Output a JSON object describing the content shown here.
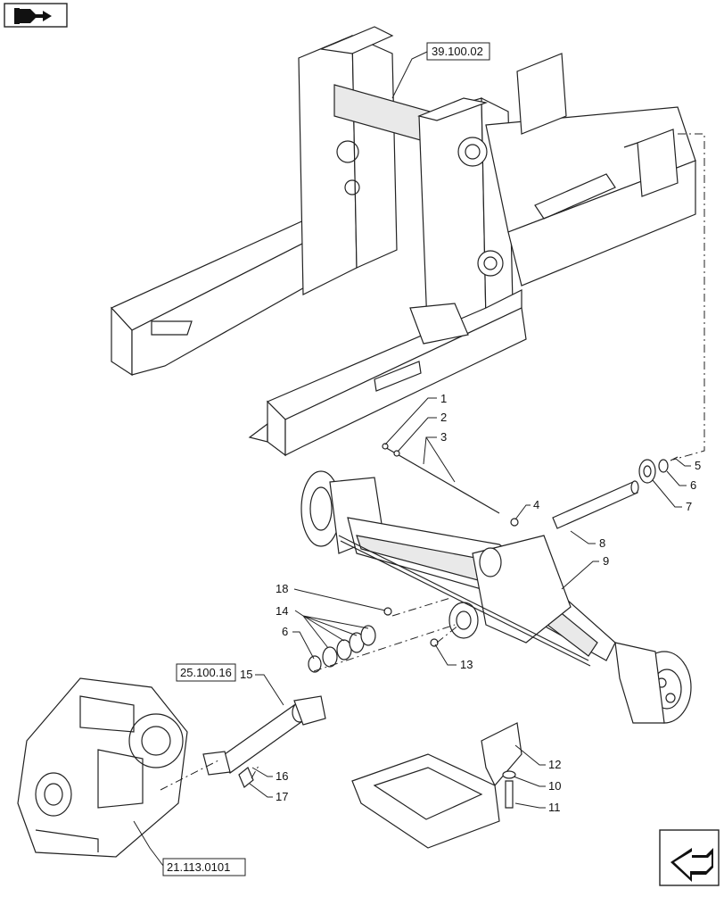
{
  "nav": {
    "top_left_icon": "book-arrow-icon",
    "bottom_right_icon": "next-page-arrow-icon"
  },
  "references": {
    "frame": "39.100.02",
    "driveshaft": "25.100.16",
    "transmission": "21.113.0101"
  },
  "callouts": {
    "c1": "1",
    "c2": "2",
    "c3": "3",
    "c4": "4",
    "c5": "5",
    "c6a": "6",
    "c6b": "6",
    "c7": "7",
    "c8": "8",
    "c9": "9",
    "c10": "10",
    "c11": "11",
    "c12": "12",
    "c13": "13",
    "c14": "14",
    "c15": "15",
    "c16": "16",
    "c17": "17",
    "c18": "18"
  }
}
